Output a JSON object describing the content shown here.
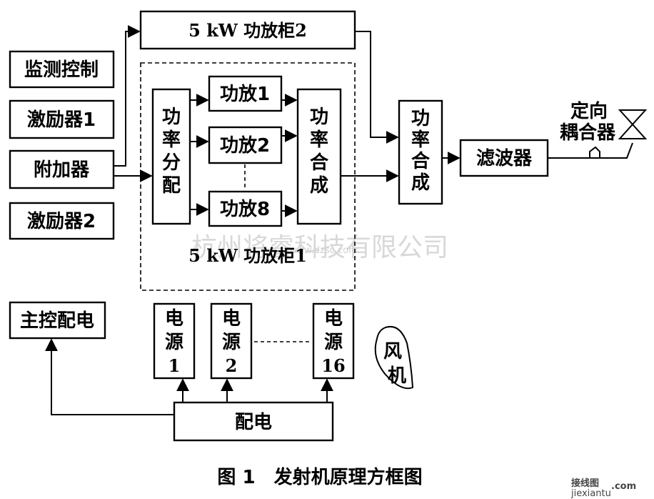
{
  "blocks": {
    "monitor": "监测控制",
    "exciter1": "激励器1",
    "adder": "附加器",
    "exciter2": "激励器2",
    "cabinet2": "5 kW 功放柜2",
    "splitter": [
      "功",
      "率",
      "分",
      "配"
    ],
    "amp1": "功放1",
    "amp2": "功放2",
    "amp8": "功放8",
    "combiner_inner": [
      "功",
      "率",
      "合",
      "成"
    ],
    "cabinet1": "5 kW 功放柜1",
    "combiner_outer": [
      "功",
      "率",
      "合",
      "成"
    ],
    "filter": "滤波器",
    "coupler": [
      "定向",
      "耦合器"
    ],
    "master_power": "主控配电",
    "psu1": [
      "电",
      "源",
      "1"
    ],
    "psu2": [
      "电",
      "源",
      "2"
    ],
    "psu16": [
      "电",
      "源",
      "16"
    ],
    "fan": [
      "风",
      "机"
    ],
    "distribution": "配电"
  },
  "caption": "图 1　发射机原理方框图",
  "watermark": {
    "main": "杭州将睿科技有限公司",
    "sub": "www.dzsc.com"
  },
  "corner_logo": {
    "line1": "接线图",
    "line2": "jiexiantu",
    "dot": ".com"
  }
}
